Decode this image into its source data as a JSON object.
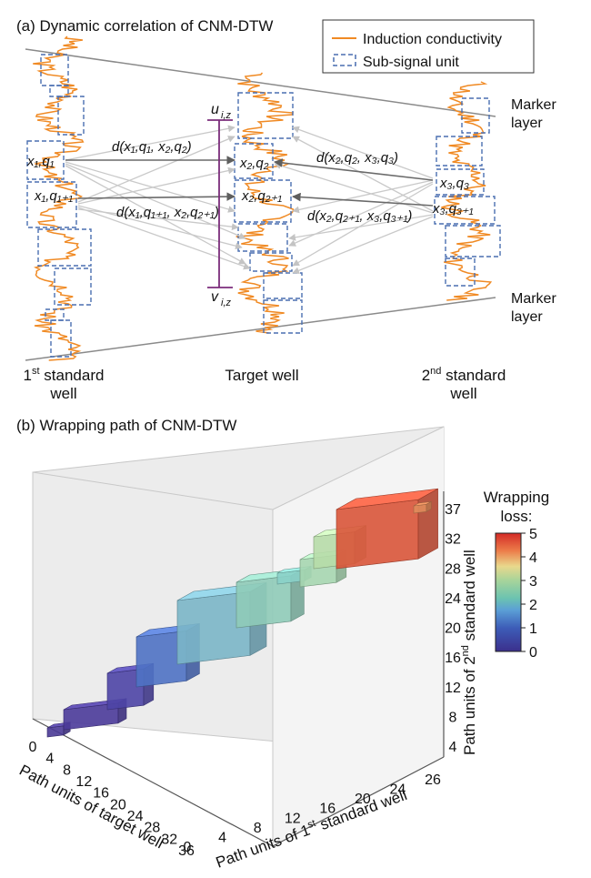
{
  "panel_a": {
    "title": "(a) Dynamic correlation of CNM-DTW",
    "legend": {
      "line": "Induction conductivity",
      "box": "Sub-signal unit"
    },
    "marker_top": [
      "Marker",
      "layer"
    ],
    "marker_bottom": [
      "Marker",
      "layer"
    ],
    "well1": [
      "1",
      "st",
      " standard",
      "well"
    ],
    "target_well": "Target well",
    "well2": [
      "2",
      "nd",
      " standard",
      "well"
    ],
    "u_label": "u",
    "u_sub": "i,z",
    "v_label": "v",
    "v_sub": "i,z",
    "distances": {
      "d1": "d(x₁,q₁, x₂,q₂)",
      "d2": "d(x₁,q₁₊₁, x₂,q₂₊₁)",
      "d3": "d(x₂,q₂, x₃,q₃)",
      "d4": "d(x₂,q₂₊₁, x₃,q₃₊₁)"
    },
    "units": {
      "x1q": "x₁,q₁",
      "x1q1": "x₁,q₁₊₁",
      "x2q": "x₂,q₂",
      "x2q1": "x₂,q₂₊₁",
      "x3q": "x₃,q₃",
      "x3q1": "x₃,q₃₊₁"
    },
    "colors": {
      "curve": "#f08a24",
      "box": "#4a6fb0",
      "arrow_dark": "#6a6a6a",
      "arrow_light": "#c8c8c8",
      "uv_line": "#7b2d7b"
    }
  },
  "panel_b": {
    "title": "(b) Wrapping path of CNM-DTW",
    "colorbar": {
      "title": [
        "Wrapping",
        "loss:"
      ],
      "ticks": [
        "5",
        "4",
        "3",
        "2",
        "1",
        "0"
      ]
    },
    "axis_target": {
      "label": "Path units of target well",
      "ticks": [
        "0",
        "4",
        "8",
        "12",
        "16",
        "20",
        "24",
        "28",
        "32",
        "36"
      ]
    },
    "axis_w1": {
      "label": [
        "Path units of 1",
        "st",
        " standard well"
      ],
      "ticks": [
        "0",
        "4",
        "8",
        "12",
        "16",
        "20",
        "24",
        "26"
      ]
    },
    "axis_w2": {
      "label": [
        "Path units of 2",
        "nd",
        " standard well"
      ],
      "ticks": [
        "4",
        "8",
        "12",
        "16",
        "20",
        "24",
        "28",
        "32",
        "37"
      ]
    }
  }
}
